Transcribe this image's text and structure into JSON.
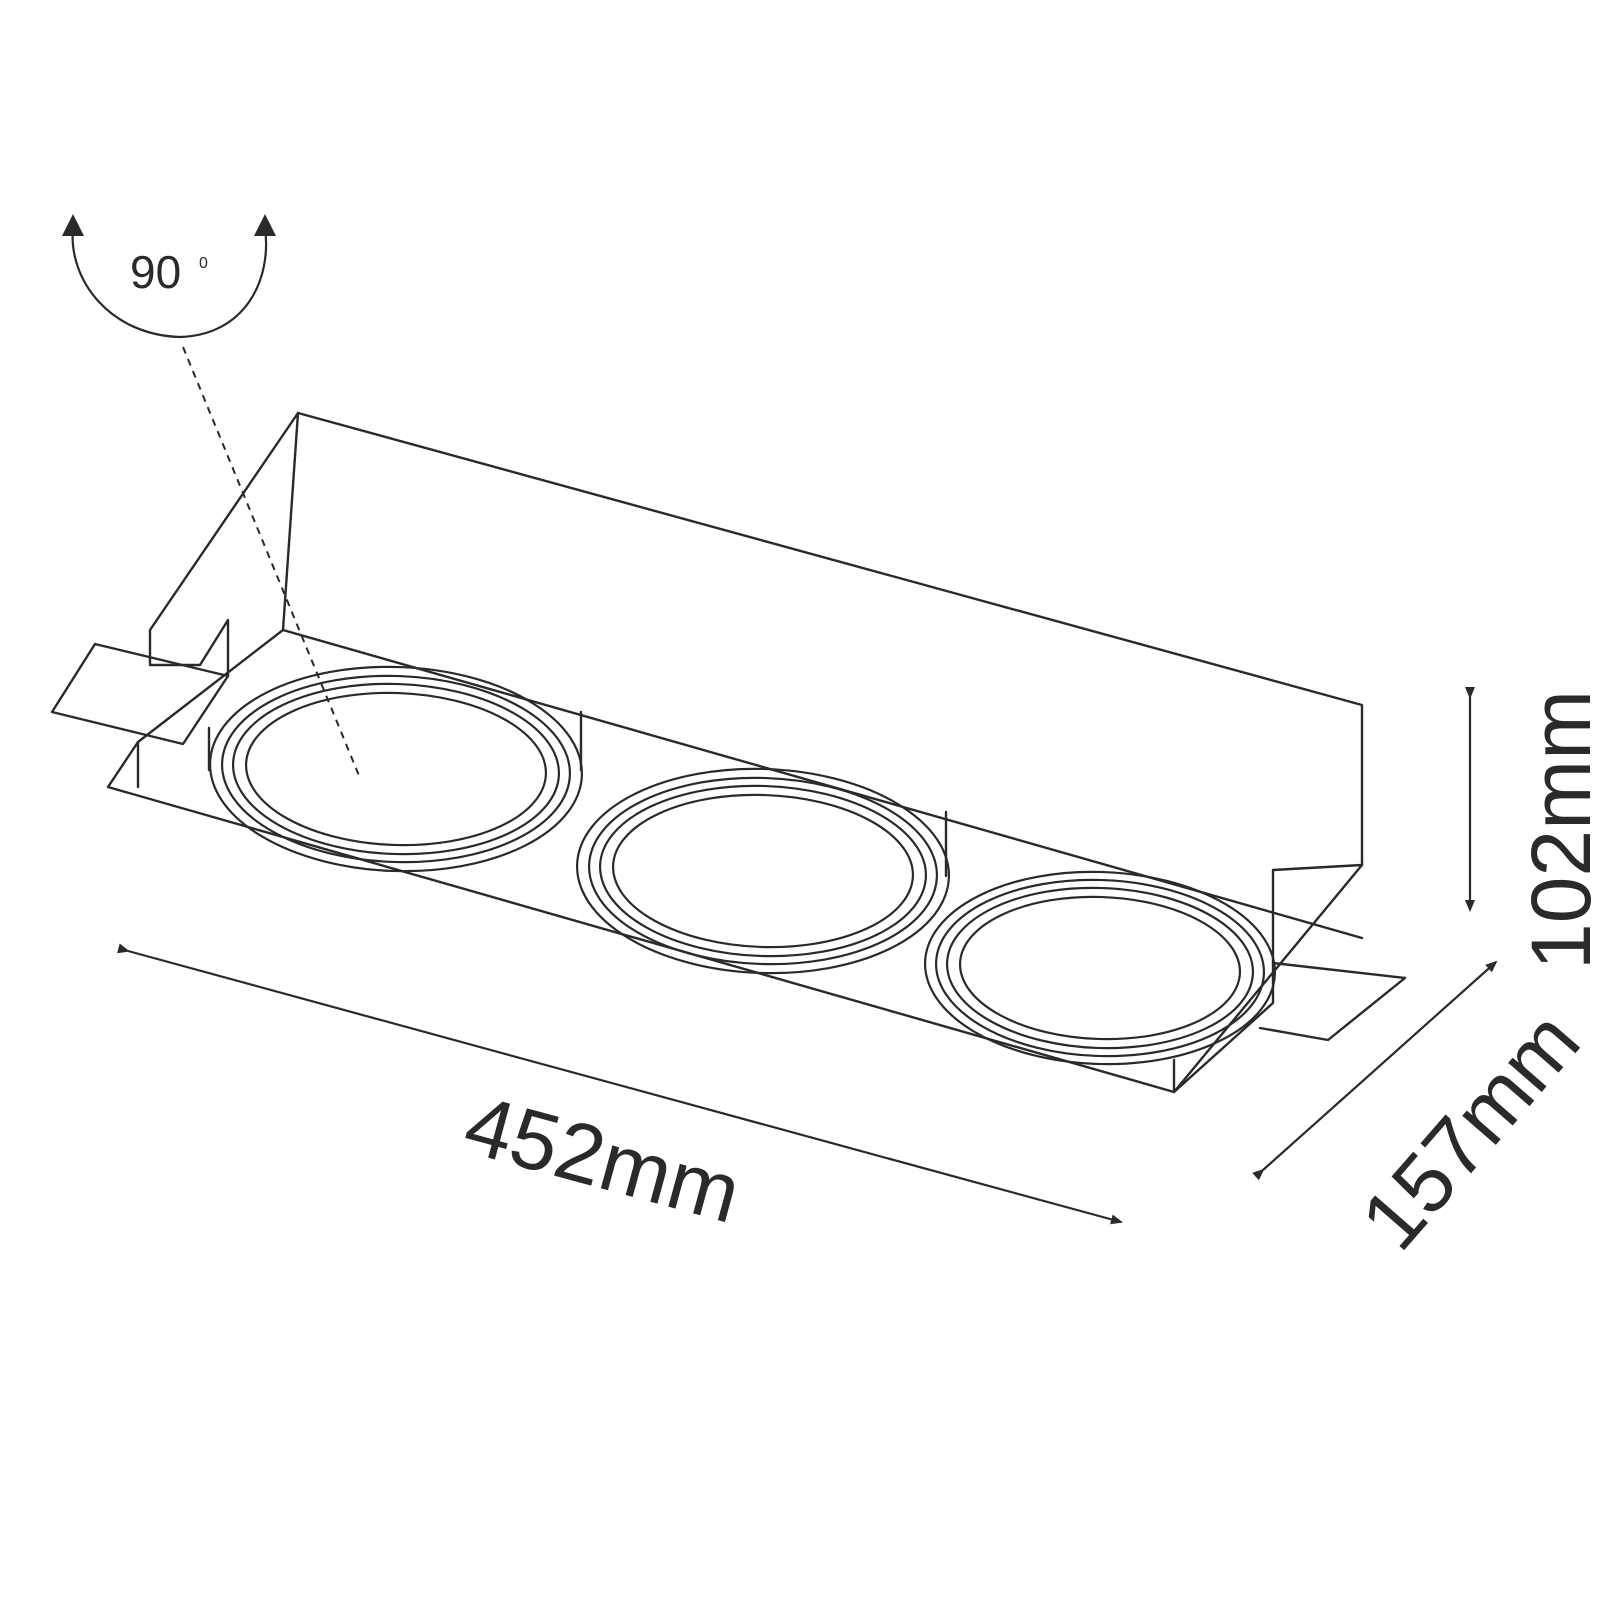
{
  "rotation": {
    "value": "90",
    "unit": "0"
  },
  "dimensions": {
    "length": "452mm",
    "width": "157mm",
    "height": "102mm"
  },
  "colors": {
    "stroke": "#2a2a2a",
    "background": "#ffffff"
  }
}
